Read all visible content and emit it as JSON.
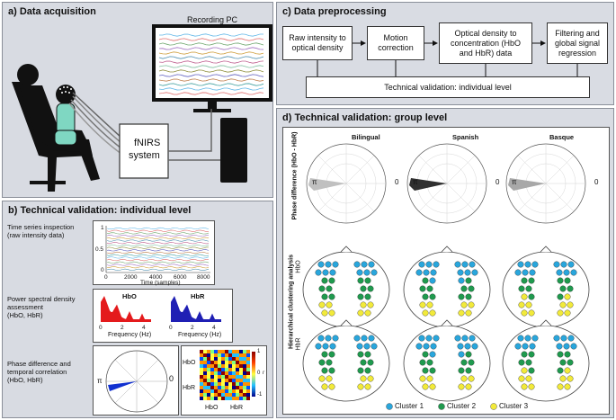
{
  "panel_a": {
    "title": "a) Data acquisition",
    "pc_label": "Recording PC",
    "fnirs_label1": "fNIRS",
    "fnirs_label2": "system"
  },
  "panel_b": {
    "title": "b) Technical validation: individual level",
    "ts_label1": "Time series inspection",
    "ts_label2": "(raw intensity data)",
    "ts_yticks": [
      "1",
      "0.5",
      "0"
    ],
    "ts_xticks": [
      "0",
      "2000",
      "4000",
      "6000",
      "8000"
    ],
    "ts_xlabel": "Time (samples)",
    "psd_label1": "Power spectral density",
    "psd_label2": "assessment",
    "psd_label3": "(HbO, HbR)",
    "psd_hbo": "HbO",
    "psd_hbr": "HbR",
    "psd_xticks": [
      "0",
      "2",
      "4"
    ],
    "psd_xlabel": "Frequency (Hz)",
    "phase_label1": "Phase difference and",
    "phase_label2": "temporal correlation",
    "phase_label3": "(HbO, HbR)",
    "pi": "π",
    "zero": "0",
    "corr_hbo": "HbO",
    "corr_hbr": "HbR",
    "cbar_top": "1",
    "cbar_mid": "0",
    "cbar_bot": "-1",
    "cbar_r": "r",
    "colors": {
      "hbo": "#e41a1c",
      "hbr": "#1f1fb4",
      "phase": "#1030d0"
    }
  },
  "panel_c": {
    "title": "c) Data preprocessing",
    "steps": [
      "Raw intensity to optical density",
      "Motion correction",
      "Optical density to concentration (HbO and HbR) data",
      "Filtering and global signal regression"
    ],
    "validation": "Technical validation: individual level"
  },
  "panel_d": {
    "title": "d) Technical validation: group level",
    "groups": [
      "Bilingual",
      "Spanish",
      "Basque"
    ],
    "phase_ylabel": "Phase difference (HbO - HbR)",
    "cluster_ylabel": "Hierarchical clustering analysis",
    "row_hbo": "HbO",
    "row_hbr": "HbR",
    "pi": "π",
    "zero": "0",
    "legend": [
      {
        "label": "Cluster 1",
        "color": "#29a6dc"
      },
      {
        "label": "Cluster 2",
        "color": "#1f9a4e"
      },
      {
        "label": "Cluster 3",
        "color": "#f2ea3a"
      }
    ],
    "phase_colors": [
      "#c0c0c0",
      "#303030",
      "#a8a8a8"
    ]
  }
}
